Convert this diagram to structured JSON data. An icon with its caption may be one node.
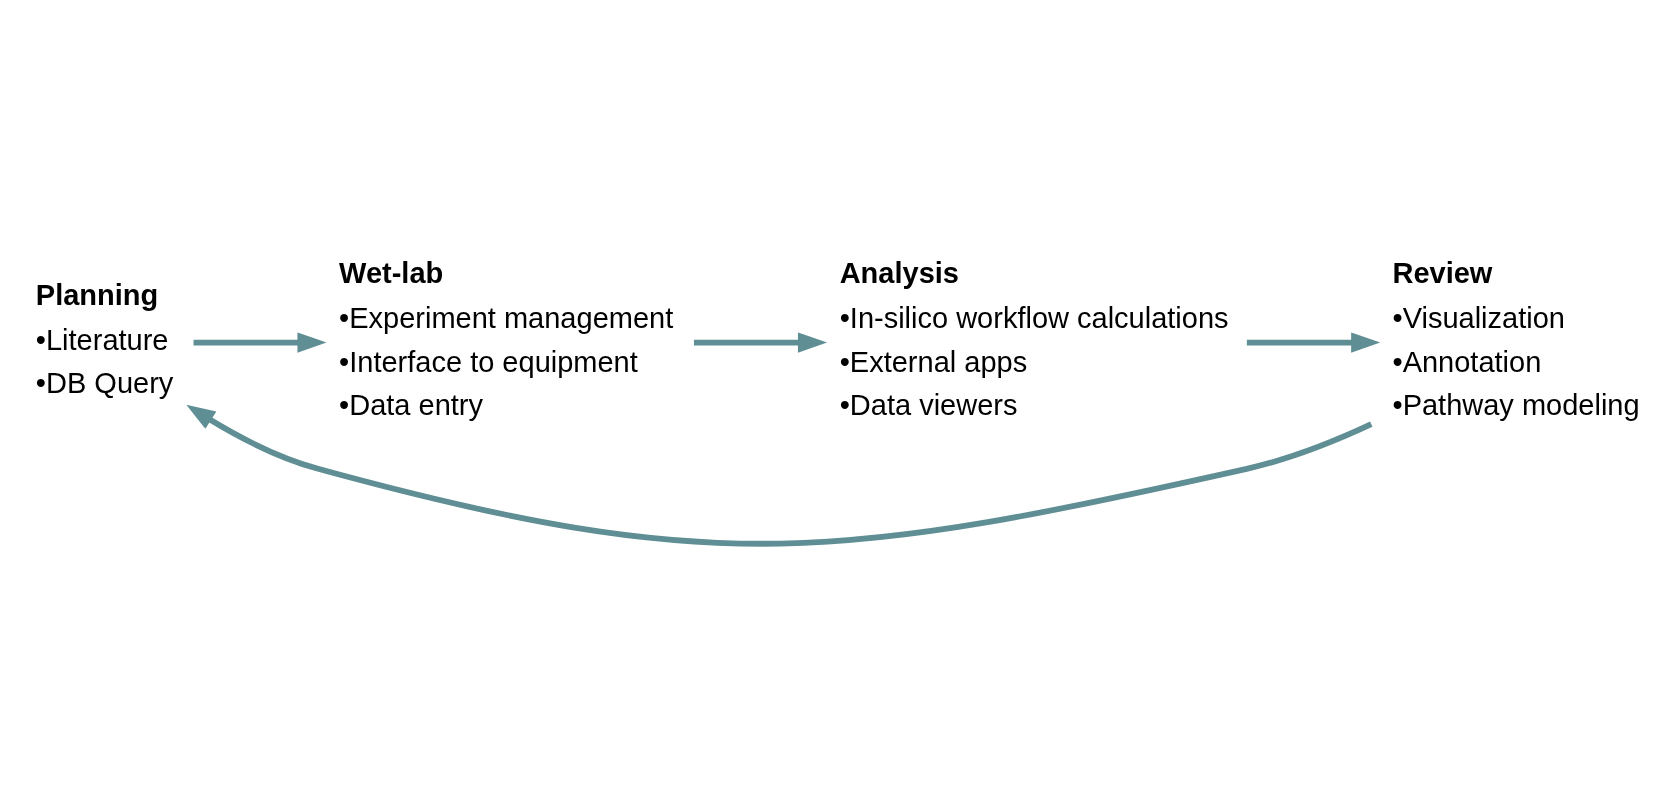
{
  "diagram": {
    "nodes": [
      {
        "text": [
          "Planning",
          "•Literature",
          "•DB Query"
        ]
      },
      {
        "text": [
          "Wet-lab",
          "•Experiment management",
          "•Interface to equipment",
          "•Data entry"
        ]
      },
      {
        "text": [
          "Analysis",
          "•In-silico workflow calculations",
          "•External apps",
          "•Data viewers"
        ]
      },
      {
        "text": [
          "Review",
          "•Visualization",
          "•Annotation",
          "•Pathway modeling"
        ]
      }
    ],
    "edges": [
      {
        "from": 0,
        "to": 1,
        "arrow": "to"
      },
      {
        "from": 1,
        "to": 2,
        "arrow": "to"
      },
      {
        "from": 2,
        "to": 3,
        "arrow": "to"
      },
      {
        "from": 3,
        "to": 0,
        "arrow": "to"
      }
    ]
  }
}
